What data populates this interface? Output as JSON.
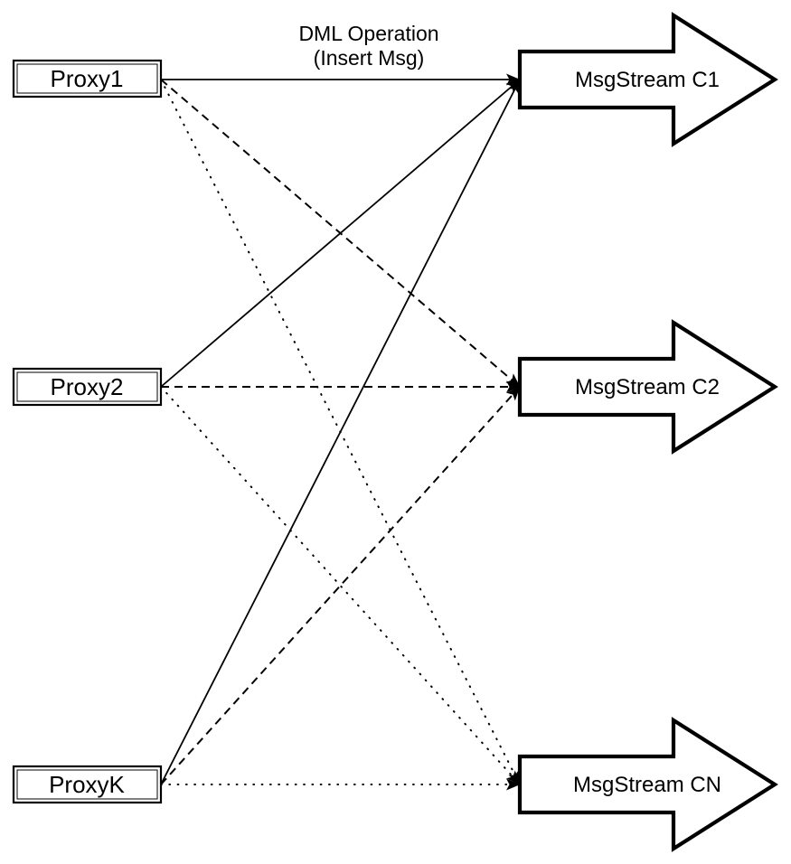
{
  "title": {
    "line1": "DML Operation",
    "line2": "(Insert Msg)"
  },
  "proxies": [
    {
      "id": "proxy1",
      "label": "Proxy1"
    },
    {
      "id": "proxy2",
      "label": "Proxy2"
    },
    {
      "id": "proxyk",
      "label": "ProxyK"
    }
  ],
  "streams": [
    {
      "id": "c1",
      "label": "MsgStream C1"
    },
    {
      "id": "c2",
      "label": "MsgStream C2"
    },
    {
      "id": "cn",
      "label": "MsgStream CN"
    }
  ],
  "edges": [
    {
      "from": "Proxy1",
      "to": "MsgStream C1",
      "style": "solid"
    },
    {
      "from": "Proxy2",
      "to": "MsgStream C1",
      "style": "solid"
    },
    {
      "from": "ProxyK",
      "to": "MsgStream C1",
      "style": "solid"
    },
    {
      "from": "Proxy1",
      "to": "MsgStream C2",
      "style": "dashed"
    },
    {
      "from": "Proxy2",
      "to": "MsgStream C2",
      "style": "dashed"
    },
    {
      "from": "ProxyK",
      "to": "MsgStream C2",
      "style": "dashed"
    },
    {
      "from": "Proxy1",
      "to": "MsgStream CN",
      "style": "dotted"
    },
    {
      "from": "Proxy2",
      "to": "MsgStream CN",
      "style": "dotted"
    },
    {
      "from": "ProxyK",
      "to": "MsgStream CN",
      "style": "dotted"
    }
  ],
  "colors": {
    "line": "#000000",
    "shape_fill": "#ffffff",
    "background": "#ffffff"
  }
}
